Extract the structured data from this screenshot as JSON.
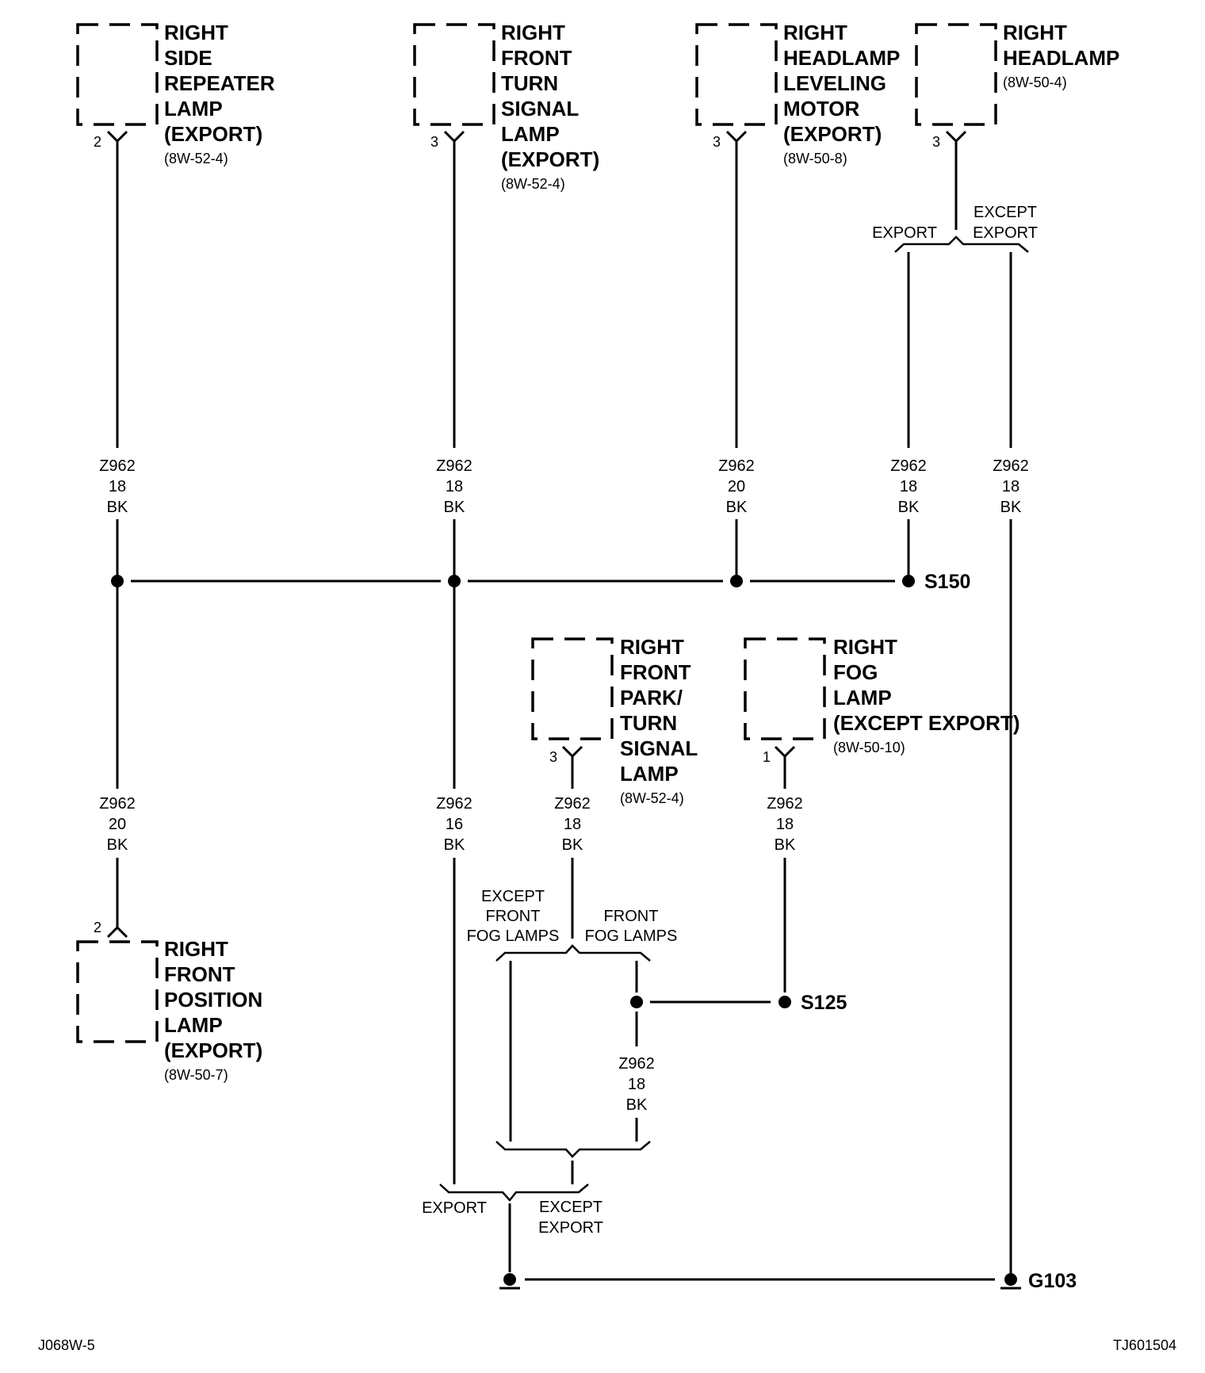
{
  "components": {
    "side_repeater": {
      "lines": [
        "RIGHT",
        "SIDE",
        "REPEATER",
        "LAMP",
        "(EXPORT)"
      ],
      "ref": "(8W-52-4)",
      "pin": "2"
    },
    "front_turn": {
      "lines": [
        "RIGHT",
        "FRONT",
        "TURN",
        "SIGNAL",
        "LAMP",
        "(EXPORT)"
      ],
      "ref": "(8W-52-4)",
      "pin": "3"
    },
    "leveling_motor": {
      "lines": [
        "RIGHT",
        "HEADLAMP",
        "LEVELING",
        "MOTOR",
        "(EXPORT)"
      ],
      "ref": "(8W-50-8)",
      "pin": "3"
    },
    "headlamp": {
      "lines": [
        "RIGHT",
        "HEADLAMP"
      ],
      "ref": "(8W-50-4)",
      "pin": "3"
    },
    "park_turn": {
      "lines": [
        "RIGHT",
        "FRONT",
        "PARK/",
        "TURN",
        "SIGNAL",
        "LAMP"
      ],
      "ref": "(8W-52-4)",
      "pin": "3"
    },
    "fog_lamp": {
      "lines": [
        "RIGHT",
        "FOG",
        "LAMP",
        "(EXCEPT EXPORT)"
      ],
      "ref": "(8W-50-10)",
      "pin": "1"
    },
    "position_lamp": {
      "lines": [
        "RIGHT",
        "FRONT",
        "POSITION",
        "LAMP",
        "(EXPORT)"
      ],
      "ref": "(8W-50-7)",
      "pin": "2"
    }
  },
  "wires": {
    "w1": [
      "Z962",
      "18",
      "BK"
    ],
    "w2": [
      "Z962",
      "18",
      "BK"
    ],
    "w3": [
      "Z962",
      "20",
      "BK"
    ],
    "w4": [
      "Z962",
      "18",
      "BK"
    ],
    "w5": [
      "Z962",
      "18",
      "BK"
    ],
    "w6": [
      "Z962",
      "20",
      "BK"
    ],
    "w7": [
      "Z962",
      "16",
      "BK"
    ],
    "w8": [
      "Z962",
      "18",
      "BK"
    ],
    "w9": [
      "Z962",
      "18",
      "BK"
    ],
    "w10": [
      "Z962",
      "18",
      "BK"
    ]
  },
  "conditions": {
    "hl_export": "EXPORT",
    "hl_except": [
      "EXCEPT",
      "EXPORT"
    ],
    "fog_except": [
      "EXCEPT",
      "FRONT",
      "FOG LAMPS"
    ],
    "fog_front": [
      "FRONT",
      "FOG LAMPS"
    ],
    "bottom_export": "EXPORT",
    "bottom_except": [
      "EXCEPT",
      "EXPORT"
    ]
  },
  "splices": {
    "s150": "S150",
    "s125": "S125",
    "g103": "G103"
  },
  "codes": {
    "left": "J068W-5",
    "right": "TJ601504"
  }
}
